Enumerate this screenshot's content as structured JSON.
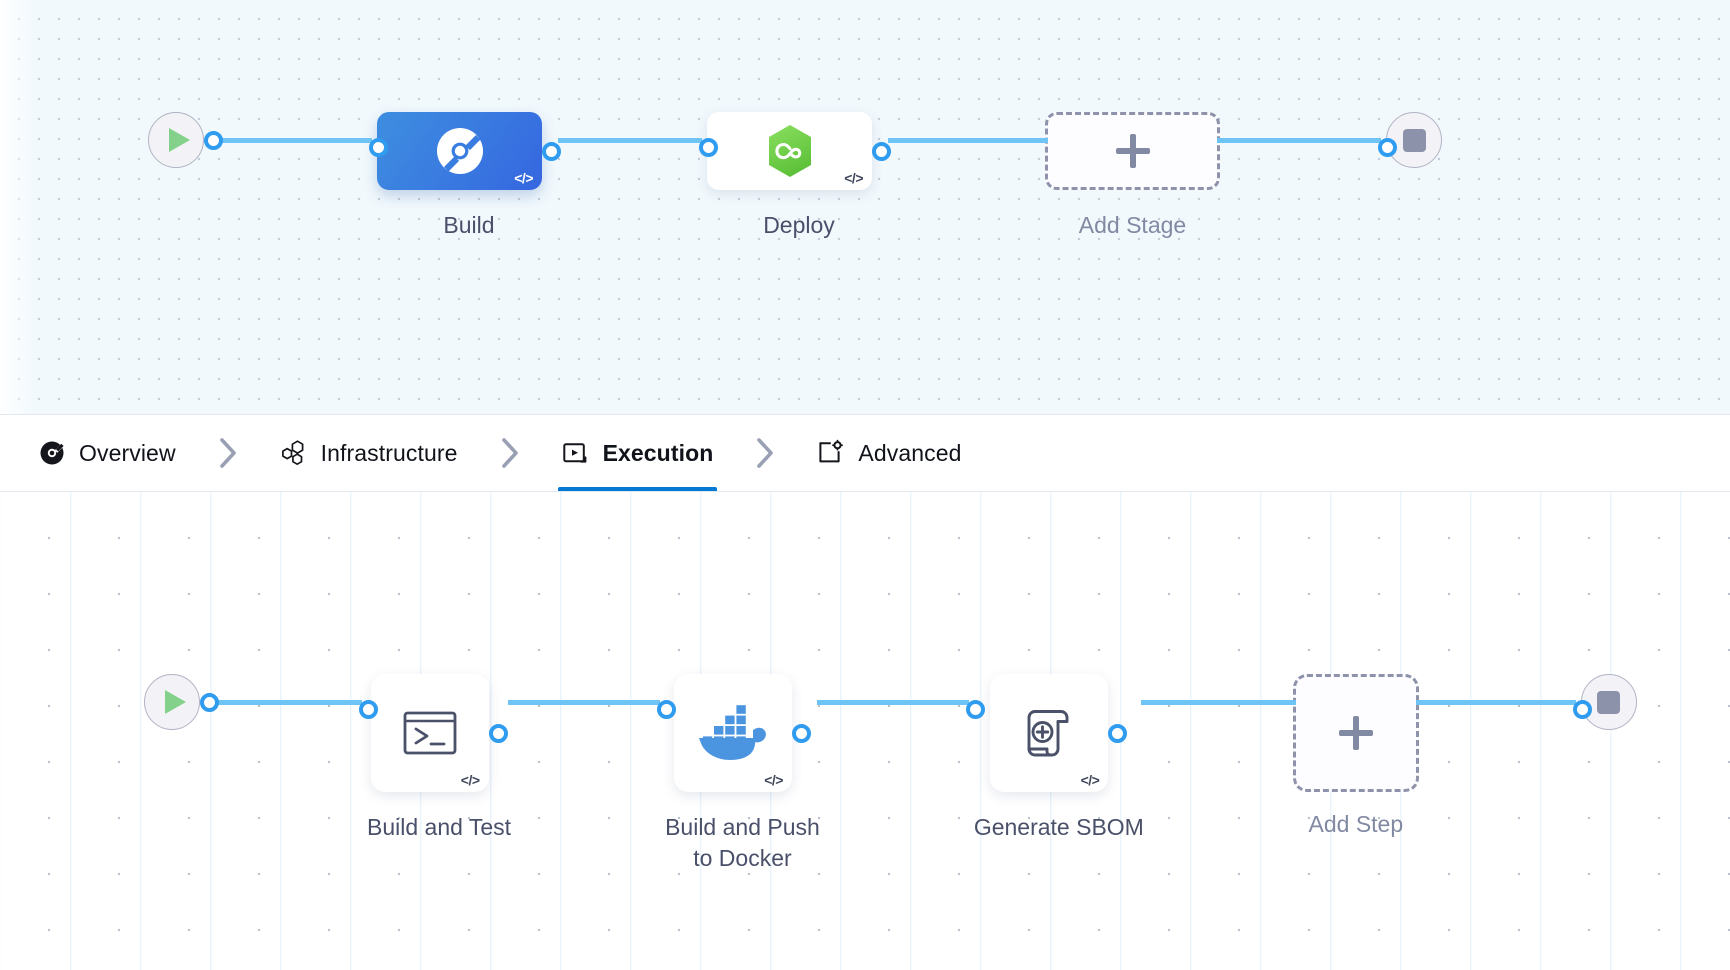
{
  "stage_flow": {
    "start_node": {
      "name": "pipeline-start",
      "icon": "play-icon"
    },
    "end_node": {
      "name": "pipeline-end",
      "icon": "stop-icon"
    },
    "nodes": [
      {
        "label": "Build",
        "icon": "harness-ci-icon",
        "badge": "</>",
        "selected": true,
        "type": "stage"
      },
      {
        "label": "Deploy",
        "icon": "harness-cd-icon",
        "badge": "</>",
        "selected": false,
        "type": "stage"
      },
      {
        "label": "Add Stage",
        "icon": "plus-icon",
        "badge": "",
        "selected": false,
        "type": "add"
      }
    ]
  },
  "tabs": {
    "items": [
      {
        "label": "Overview",
        "icon": "harness-logo-icon",
        "active": false
      },
      {
        "label": "Infrastructure",
        "icon": "hexagons-icon",
        "active": false
      },
      {
        "label": "Execution",
        "icon": "execution-play-icon",
        "active": true
      },
      {
        "label": "Advanced",
        "icon": "advanced-gear-icon",
        "active": false
      }
    ],
    "separator_icon": "chevron-right-icon"
  },
  "step_flow": {
    "start_node": {
      "name": "execution-start",
      "icon": "play-icon"
    },
    "end_node": {
      "name": "execution-end",
      "icon": "stop-icon"
    },
    "nodes": [
      {
        "label": "Build and Test",
        "icon": "terminal-icon",
        "badge": "</>",
        "type": "step"
      },
      {
        "label": "Build and Push\nto Docker",
        "icon": "docker-icon",
        "badge": "</>",
        "type": "step"
      },
      {
        "label": "Generate SBOM",
        "icon": "sbom-scroll-icon",
        "badge": "</>",
        "type": "step"
      },
      {
        "label": "Add Step",
        "icon": "plus-icon",
        "badge": "",
        "type": "add"
      }
    ]
  },
  "colors": {
    "accent_blue": "#0278d5",
    "link_blue": "#6ec4f5",
    "dot_blue": "#2f9cf0",
    "stage_selected": "#3a7de0",
    "cd_green": "#6fcf4a",
    "docker_blue": "#4b95e0",
    "label_gray": "#4a506a",
    "muted_gray": "#8289a3",
    "canvas_top": "#f2f9fd",
    "canvas_bottom": "#ffffff"
  }
}
